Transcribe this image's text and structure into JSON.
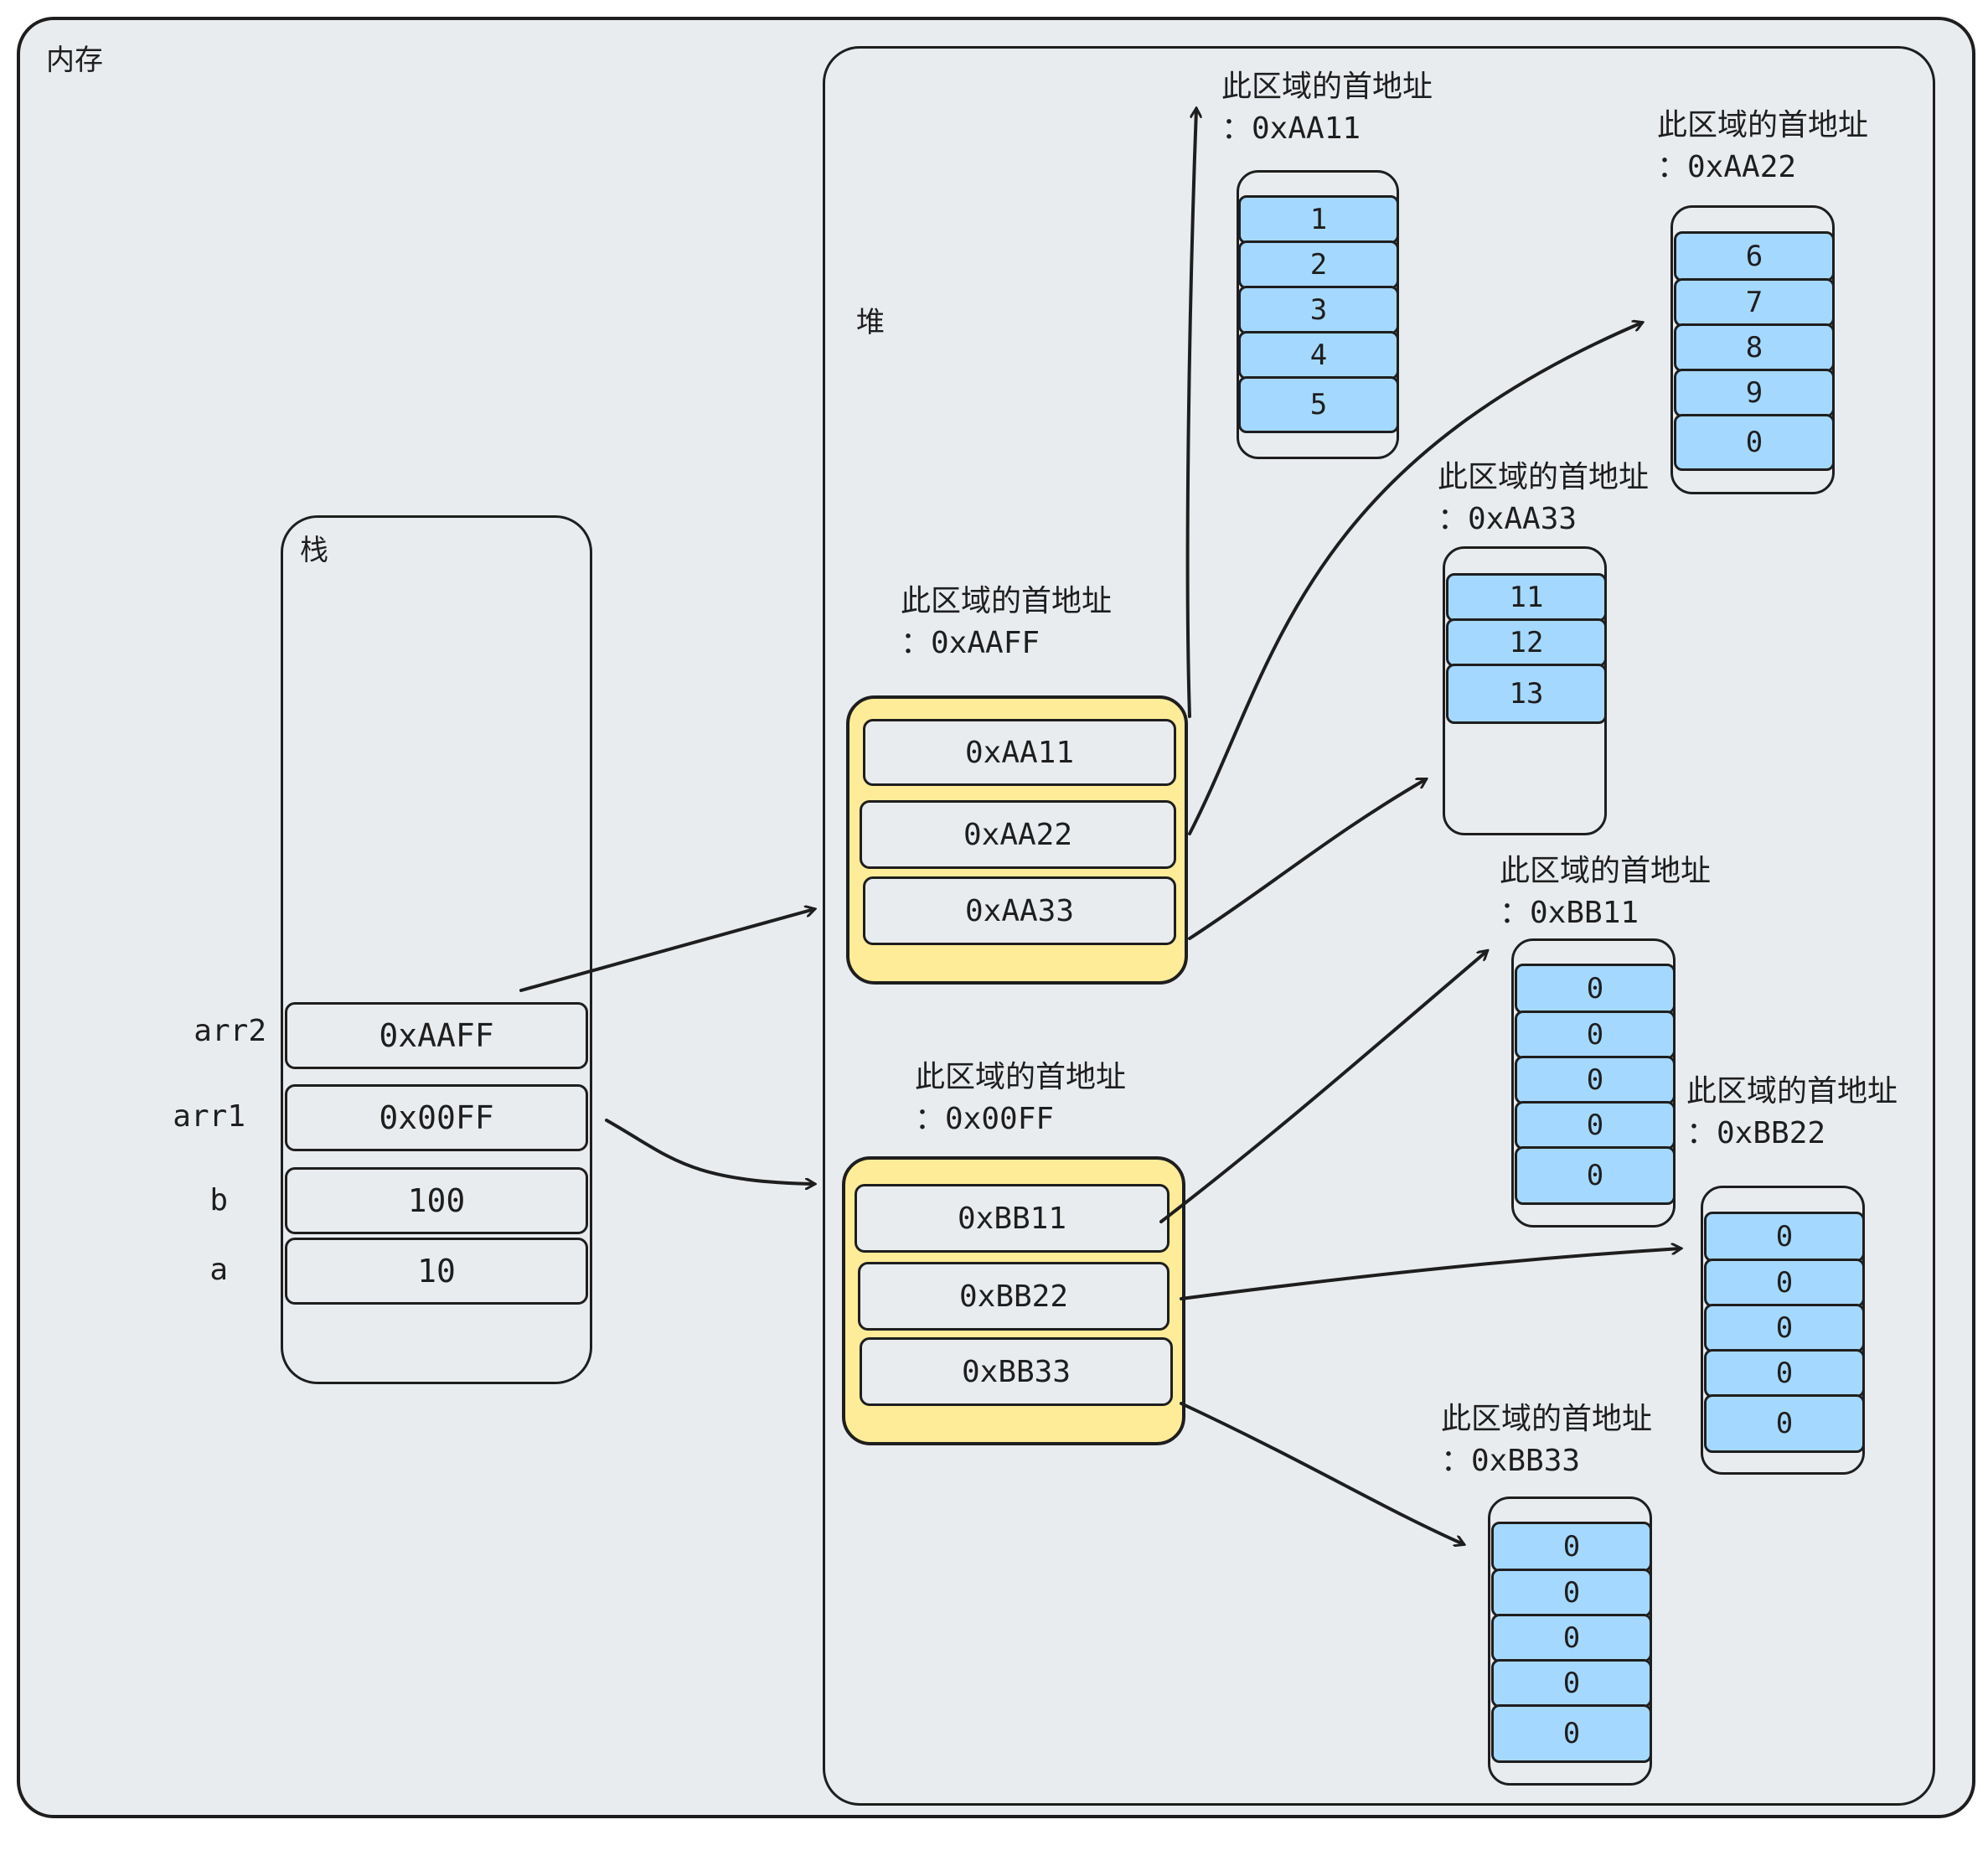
{
  "memory_label": "内存",
  "heap_label": "堆",
  "stack_label": "栈",
  "stack": [
    {
      "name": "arr2",
      "value": "0xAAFF"
    },
    {
      "name": "arr1",
      "value": "0x00FF"
    },
    {
      "name": "b",
      "value": "100"
    },
    {
      "name": "a",
      "value": "10"
    }
  ],
  "blocks": [
    {
      "title": "此区域的首地址",
      "address": "：0xAAFF",
      "cells": [
        "0xAA11",
        "0xAA22",
        "0xAA33"
      ]
    },
    {
      "title": "此区域的首地址",
      "address": "：0x00FF",
      "cells": [
        "0xBB11",
        "0xBB22",
        "0xBB33"
      ]
    }
  ],
  "arrays": [
    {
      "title": "此区域的首地址",
      "address": "：0xAA11",
      "values": [
        "1",
        "2",
        "3",
        "4",
        "5"
      ]
    },
    {
      "title": "此区域的首地址",
      "address": "：0xAA22",
      "values": [
        "6",
        "7",
        "8",
        "9",
        "0"
      ]
    },
    {
      "title": "此区域的首地址",
      "address": "：0xAA33",
      "values": [
        "11",
        "12",
        "13"
      ]
    },
    {
      "title": "此区域的首地址",
      "address": "：0xBB11",
      "values": [
        "0",
        "0",
        "0",
        "0",
        "0"
      ]
    },
    {
      "title": "此区域的首地址",
      "address": "：0xBB22",
      "values": [
        "0",
        "0",
        "0",
        "0",
        "0"
      ]
    },
    {
      "title": "此区域的首地址",
      "address": "：0xBB33",
      "values": [
        "0",
        "0",
        "0",
        "0",
        "0"
      ]
    }
  ]
}
